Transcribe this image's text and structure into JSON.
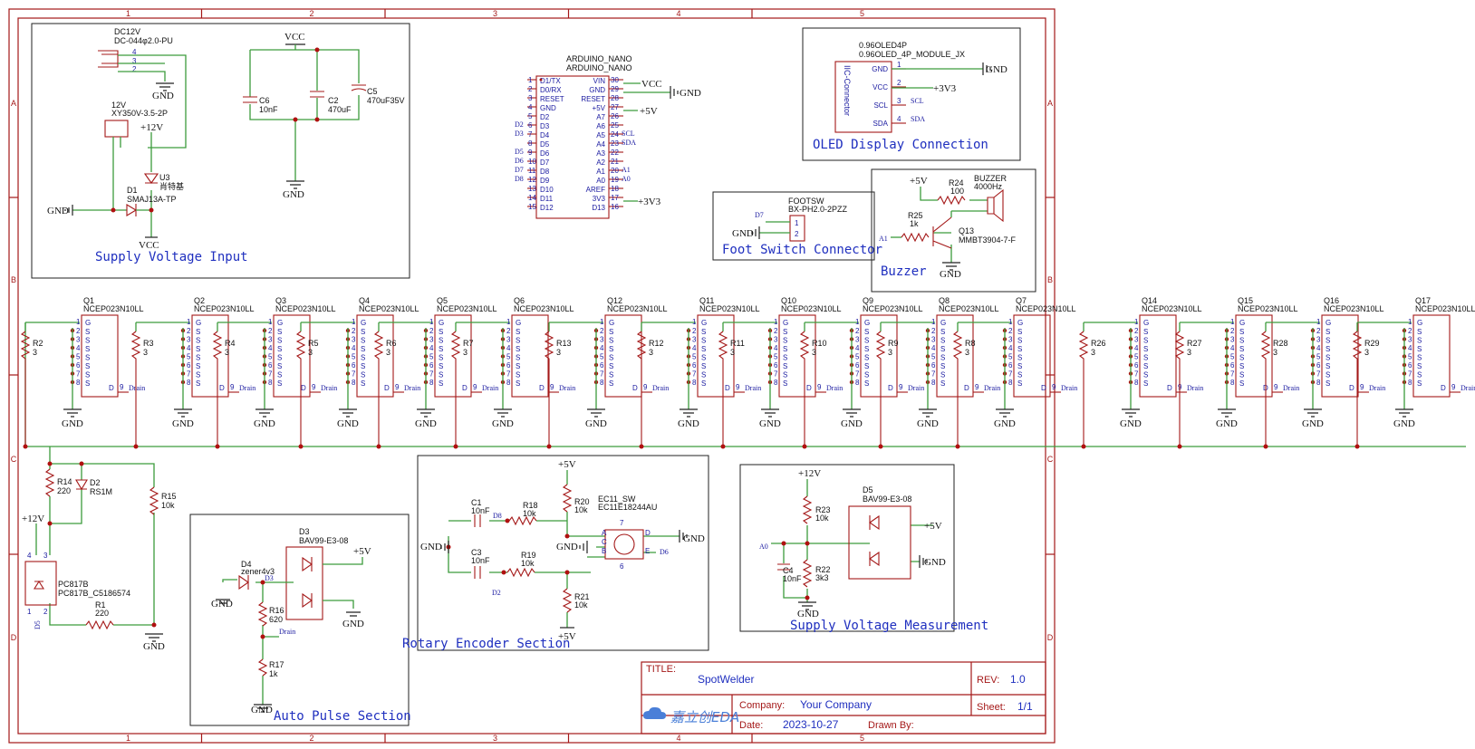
{
  "title_block": {
    "title_key": "TITLE:",
    "title": "SpotWelder",
    "rev_key": "REV:",
    "rev": "1.0",
    "company_key": "Company:",
    "company": "Your Company",
    "sheet_key": "Sheet:",
    "sheet": "1/1",
    "date_key": "Date:",
    "date": "2023-10-27",
    "drawn_key": "Drawn By:",
    "logo": "嘉立创EDA"
  },
  "ruler": {
    "columns": [
      "1",
      "2",
      "3",
      "4",
      "5"
    ],
    "rows": [
      "A",
      "B",
      "C",
      "D"
    ]
  },
  "sections": {
    "supply": "Supply Voltage Input",
    "oled": "OLED Display Connection",
    "footsw": "Foot Switch Connector",
    "buzzer": "Buzzer",
    "rotary": "Rotary Encoder Section",
    "measure": "Supply Voltage Measurement",
    "autopulse": "Auto Pulse Section"
  },
  "supply_parts": {
    "dc_name": "DC12V",
    "dc_value": "DC-044φ2.0-PU",
    "term_name": "12V",
    "term_value": "XY350V-3.5-2P",
    "d1_name": "D1",
    "d1_value": "SMAJ13A-TP",
    "u3_name": "U3",
    "u3_value": "肖特基",
    "c6_name": "C6",
    "c6_value": "10nF",
    "c2_name": "C2",
    "c2_value": "470uF",
    "c5_name": "C5",
    "c5_value": "470uF35V",
    "pins": [
      "4",
      "3",
      "2"
    ]
  },
  "nets": {
    "gnd": "GND",
    "vcc": "VCC",
    "p12v": "+12V",
    "p5v": "+5V",
    "p3v3": "+3V3",
    "drain": "Drain",
    "scl": "SCL",
    "sda": "SDA",
    "a0": "A0",
    "a1": "A1",
    "d2": "D2",
    "d3": "D3",
    "d5": "D5",
    "d6": "D6",
    "d7": "D7",
    "d8": "D8"
  },
  "arduino": {
    "name1": "ARDUINO_NANO",
    "name2": "ARDUINO_NANO",
    "left": [
      {
        "n": "1",
        "p": "D1/TX"
      },
      {
        "n": "2",
        "p": "D0/RX"
      },
      {
        "n": "3",
        "p": "RESET"
      },
      {
        "n": "4",
        "p": "GND"
      },
      {
        "n": "5",
        "p": "D2"
      },
      {
        "n": "6",
        "p": "D3"
      },
      {
        "n": "7",
        "p": "D4"
      },
      {
        "n": "8",
        "p": "D5"
      },
      {
        "n": "9",
        "p": "D6"
      },
      {
        "n": "10",
        "p": "D7"
      },
      {
        "n": "11",
        "p": "D8"
      },
      {
        "n": "12",
        "p": "D9"
      },
      {
        "n": "13",
        "p": "D10"
      },
      {
        "n": "14",
        "p": "D11"
      },
      {
        "n": "15",
        "p": "D12"
      }
    ],
    "right": [
      {
        "n": "30",
        "p": "VIN"
      },
      {
        "n": "29",
        "p": "GND"
      },
      {
        "n": "28",
        "p": "RESET"
      },
      {
        "n": "27",
        "p": "+5V"
      },
      {
        "n": "26",
        "p": "A7"
      },
      {
        "n": "25",
        "p": "A6"
      },
      {
        "n": "24",
        "p": "A5"
      },
      {
        "n": "23",
        "p": "A4"
      },
      {
        "n": "22",
        "p": "A3"
      },
      {
        "n": "21",
        "p": "A2"
      },
      {
        "n": "20",
        "p": "A1"
      },
      {
        "n": "19",
        "p": "A0"
      },
      {
        "n": "18",
        "p": "AREF"
      },
      {
        "n": "17",
        "p": "3V3"
      },
      {
        "n": "16",
        "p": "D13"
      }
    ]
  },
  "oled": {
    "name1": "0.96OLED4P",
    "name2": "0.96OLED_4P_MODULE_JX",
    "conn": "IIC-Connector",
    "pins": [
      {
        "n": "1",
        "p": "GND"
      },
      {
        "n": "2",
        "p": "VCC"
      },
      {
        "n": "3",
        "p": "SCL"
      },
      {
        "n": "4",
        "p": "SDA"
      }
    ]
  },
  "footsw": {
    "name1": "FOOTSW",
    "name2": "BX-PH2.0-2PZZ",
    "p1": "1",
    "p2": "2"
  },
  "buzzer": {
    "r24": "R24",
    "r24v": "100",
    "bz": "BUZZER",
    "bzv": "4000Hz",
    "r25": "R25",
    "r25v": "1k",
    "q13": "Q13",
    "q13v": "MMBT3904-7-F"
  },
  "mosfets": [
    {
      "r": "R2",
      "q": "Q1"
    },
    {
      "r": "R3",
      "q": "Q2"
    },
    {
      "r": "R4",
      "q": "Q3"
    },
    {
      "r": "R5",
      "q": "Q4"
    },
    {
      "r": "R6",
      "q": "Q5"
    },
    {
      "r": "R7",
      "q": "Q6"
    },
    {
      "r": "R13",
      "q": "Q12"
    },
    {
      "r": "R12",
      "q": "Q11"
    },
    {
      "r": "R11",
      "q": "Q10"
    },
    {
      "r": "R10",
      "q": "Q9"
    },
    {
      "r": "R9",
      "q": "Q8"
    },
    {
      "r": "R8",
      "q": "Q7"
    },
    {
      "r": "R26",
      "q": "Q14"
    },
    {
      "r": "R27",
      "q": "Q15"
    },
    {
      "r": "R28",
      "q": "Q16"
    },
    {
      "r": "R29",
      "q": "Q17"
    }
  ],
  "mosfet_value": "NCEP023N10LL",
  "mosfet_rval": "3",
  "mosfet_pins": {
    "g": "G",
    "s": "S",
    "d": "D",
    "gp": "1",
    "dp": "9",
    "sp": [
      "2",
      "3",
      "4",
      "5",
      "6",
      "7",
      "8"
    ]
  },
  "opto": {
    "r14": "R14",
    "r14v": "220",
    "d2": "D2",
    "d2v": "RS1M",
    "r15": "R15",
    "r15v": "10k",
    "pc": "PC817B",
    "pcv": "PC817B_C5186574",
    "r1": "R1",
    "r1v": "220",
    "pins": [
      "4",
      "3",
      "1",
      "2"
    ]
  },
  "autopulse_parts": {
    "d4": "D4",
    "d4v": "zener4v3",
    "d3": "D3",
    "d3v": "BAV99-E3-08",
    "r16": "R16",
    "r16v": "620",
    "r17": "R17",
    "r17v": "1k"
  },
  "rotary_parts": {
    "c1": "C1",
    "c1v": "10nF",
    "r18": "R18",
    "r18v": "10k",
    "r20": "R20",
    "r20v": "10k",
    "ec": "EC11_SW",
    "ecv": "EC11E18244AU",
    "c3": "C3",
    "c3v": "10nF",
    "r19": "R19",
    "r19v": "10k",
    "r21": "R21",
    "r21v": "10k",
    "pins": {
      "a": "A",
      "c": "C",
      "b": "B",
      "d": "D",
      "e": "E",
      "p6": "6",
      "p7": "7"
    }
  },
  "measure_parts": {
    "r23": "R23",
    "r23v": "10k",
    "r22": "R22",
    "r22v": "3k3",
    "c4": "C4",
    "c4v": "10nF",
    "d5": "D5",
    "d5v": "BAV99-E3-08"
  }
}
